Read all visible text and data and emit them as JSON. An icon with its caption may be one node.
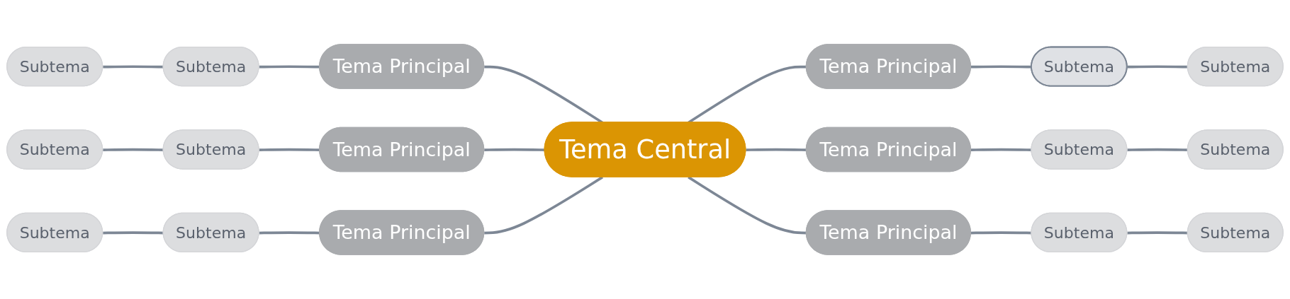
{
  "diagram": {
    "nodes": [
      {
        "text": [
          "Subtema"
        ]
      },
      {
        "text": [
          "Subtema"
        ]
      },
      {
        "text": [
          "Tema Principal"
        ]
      },
      {
        "text": [
          "Tema Principal"
        ]
      },
      {
        "text": [
          "Subtema"
        ]
      },
      {
        "text": [
          "Subtema"
        ]
      },
      {
        "text": [
          "Subtema"
        ]
      },
      {
        "text": [
          "Subtema"
        ]
      },
      {
        "text": [
          "Tema Principal"
        ]
      },
      {
        "text": [
          "Tema Central"
        ]
      },
      {
        "text": [
          "Tema Principal"
        ]
      },
      {
        "text": [
          "Subtema"
        ]
      },
      {
        "text": [
          "Subtema"
        ]
      },
      {
        "text": [
          "Subtema"
        ]
      },
      {
        "text": [
          "Subtema"
        ]
      },
      {
        "text": [
          "Tema Principal"
        ]
      },
      {
        "text": [
          "Tema Principal"
        ]
      },
      {
        "text": [
          "Subtema"
        ]
      },
      {
        "text": [
          "Subtema"
        ]
      }
    ],
    "edges": [
      {
        "from": 0,
        "to": 1,
        "arrow": "none"
      },
      {
        "from": 1,
        "to": 2,
        "arrow": "none"
      },
      {
        "from": 2,
        "to": 9,
        "arrow": "none"
      },
      {
        "from": 9,
        "to": 3,
        "arrow": "none"
      },
      {
        "from": 3,
        "to": 4,
        "arrow": "none"
      },
      {
        "from": 4,
        "to": 5,
        "arrow": "none"
      },
      {
        "from": 6,
        "to": 7,
        "arrow": "none"
      },
      {
        "from": 7,
        "to": 8,
        "arrow": "none"
      },
      {
        "from": 8,
        "to": 9,
        "arrow": "none"
      },
      {
        "from": 9,
        "to": 10,
        "arrow": "none"
      },
      {
        "from": 10,
        "to": 11,
        "arrow": "none"
      },
      {
        "from": 11,
        "to": 12,
        "arrow": "none"
      },
      {
        "from": 13,
        "to": 14,
        "arrow": "none"
      },
      {
        "from": 14,
        "to": 15,
        "arrow": "none"
      },
      {
        "from": 15,
        "to": 9,
        "arrow": "none"
      },
      {
        "from": 9,
        "to": 16,
        "arrow": "none"
      },
      {
        "from": 16,
        "to": 17,
        "arrow": "none"
      },
      {
        "from": 17,
        "to": 18,
        "arrow": "none"
      }
    ]
  }
}
